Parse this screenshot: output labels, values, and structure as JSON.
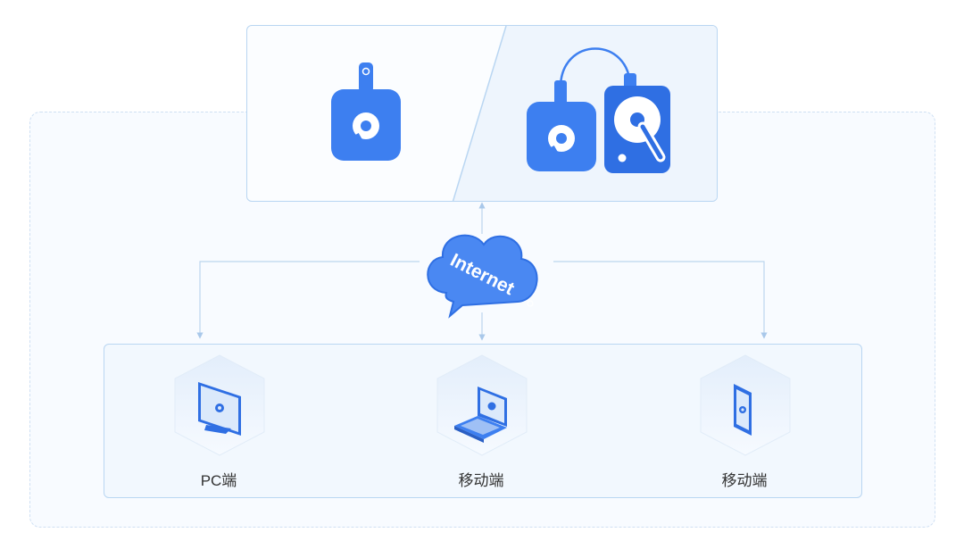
{
  "cloud": {
    "label": "Internet"
  },
  "clients": [
    {
      "label": "PC端",
      "icon": "monitor-icon"
    },
    {
      "label": "移动端",
      "icon": "laptop-icon"
    },
    {
      "label": "移动端",
      "icon": "phone-icon"
    }
  ],
  "devices": [
    {
      "icon": "usb-storage-device-icon"
    },
    {
      "icon": "storage-device-with-hard-drive-icon"
    }
  ],
  "colors": {
    "accent": "#3d7ff0",
    "accent_dark": "#2f6fe3",
    "panel_border": "#b9d6f2",
    "connector": "#bcd5ee",
    "frame_dash": "#cfe0f3"
  }
}
